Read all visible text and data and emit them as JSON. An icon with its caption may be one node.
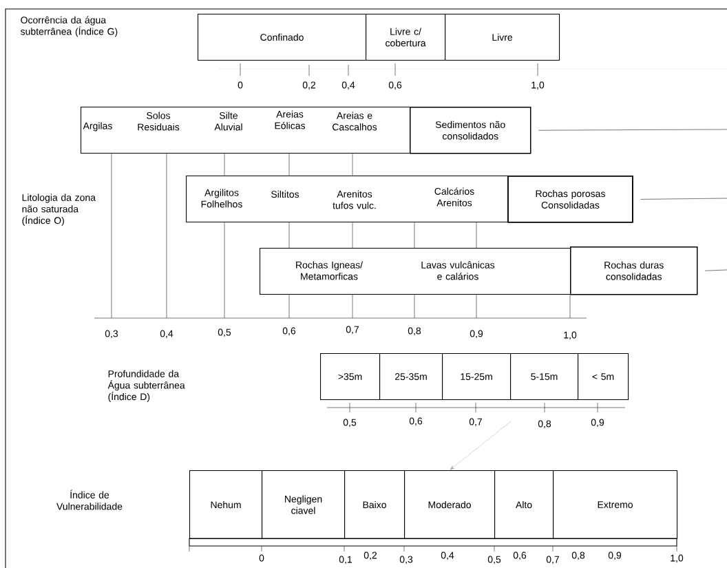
{
  "diagram": {
    "nodes": [
      {
        "text": [
          "Confinado"
        ]
      },
      {
        "text": [
          "Livre c/ cobertura"
        ]
      },
      {
        "text": [
          "Livre"
        ]
      },
      {
        "text": [
          "Argilas",
          "Solos Residuais",
          "Silte Aluvial",
          "Areias Eólicas",
          "Areias e Cascalhos"
        ]
      },
      {
        "text": [
          "Sedimentos não consolidados"
        ]
      },
      {
        "text": [
          "Argilitos Folhelhos",
          "Siltitos",
          "Arenitos tufos vulc.",
          "Calcários Arenitos"
        ]
      },
      {
        "text": [
          "Rochas porosas Consolidadas"
        ]
      },
      {
        "text": [
          "Rochas Igneas/ Metamorficas",
          "Lavas vulcânicas e calários"
        ]
      },
      {
        "text": [
          "Rochas duras consolidadas"
        ]
      },
      {
        "text": [
          ">35m"
        ]
      },
      {
        "text": [
          "25-35m"
        ]
      },
      {
        "text": [
          "15-25m"
        ]
      },
      {
        "text": [
          "5-15m"
        ]
      },
      {
        "text": [
          "< 5m"
        ]
      },
      {
        "text": [
          "Nehum"
        ]
      },
      {
        "text": [
          "Negligen ciavel"
        ]
      },
      {
        "text": [
          "Baixo"
        ]
      },
      {
        "text": [
          "Moderado"
        ]
      },
      {
        "text": [
          "Alto"
        ]
      },
      {
        "text": [
          "Extremo"
        ]
      }
    ],
    "edges": [
      {
        "from": 4,
        "to": null,
        "arrow": "none"
      },
      {
        "from": 6,
        "to": null,
        "arrow": "none"
      },
      {
        "from": 8,
        "to": null,
        "arrow": "none"
      },
      {
        "from": null,
        "to": 17,
        "arrow": "to",
        "color": "#b0b0b0"
      }
    ],
    "labels": [
      "Ocorrência da água subterrânea (Índice G)",
      "0",
      "0,2",
      "0,4",
      "0,6",
      "1,0",
      "Litologia da zona não saturada (Índice O)",
      "0,3",
      "0,4",
      "0,5",
      "0,6",
      "0,7",
      "0,8",
      "0,9",
      "1,0",
      "Profundidade da Água subterrânea (Índice D)",
      "0,5",
      "0,6",
      "0,7",
      "0,8",
      "0,9",
      "Índice de Vulnerabilidade",
      "0",
      "0,1",
      "0,2",
      "0,3",
      "0,4",
      "0,5",
      "0,6",
      "0,7",
      "0,8",
      "0,9",
      "1,0"
    ]
  }
}
